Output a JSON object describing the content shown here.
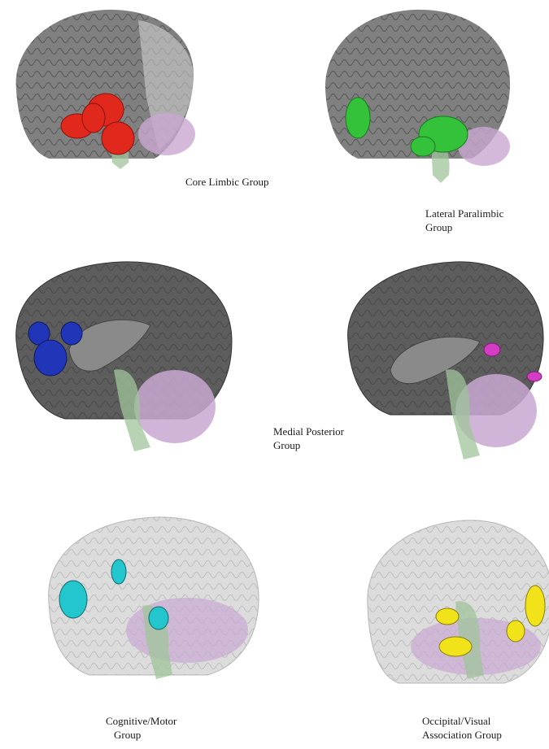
{
  "panels": [
    {
      "id": "core-limbic",
      "label": "Core Limbic Group",
      "color": "#e0281c"
    },
    {
      "id": "lateral-paralimbic",
      "label_line1": "Lateral Paralimbic",
      "label_line2": "Group",
      "color": "#33c23a"
    },
    {
      "id": "medial-posterior",
      "label_line1": "Medial Posterior",
      "label_line2": "Group",
      "colors": [
        "#2035b8",
        "#d43cc4"
      ]
    },
    {
      "id": "cognitive-motor",
      "label_line1": "Cognitive/Motor",
      "label_line2": "Group",
      "color": "#22c6cc"
    },
    {
      "id": "occipital-visual",
      "label_line1": "Occipital/Visual",
      "label_line2": "Association Group",
      "color": "#f2e21a"
    }
  ],
  "colors": {
    "brain_dark": "#5d5d5d",
    "brain_light": "#cfcfcf",
    "cerebellum": "#c9a8d2",
    "brainstem": "#9fc49a"
  }
}
